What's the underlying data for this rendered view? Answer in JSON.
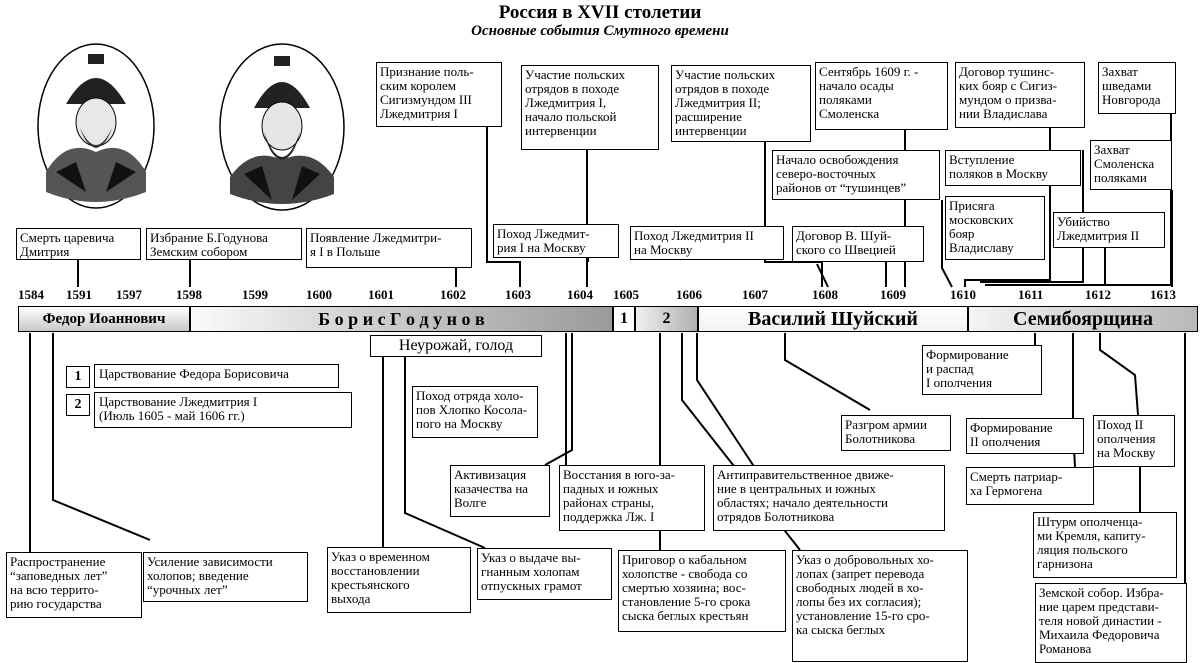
{
  "header": {
    "title": "Россия в XVII столетии",
    "subtitle": "Основные события Смутного времени"
  },
  "years": [
    "1584",
    "1591",
    "1597",
    "1598",
    "1599",
    "1600",
    "1601",
    "1602",
    "1603",
    "1604",
    "1605",
    "1606",
    "1607",
    "1608",
    "1609",
    "1610",
    "1611",
    "1612",
    "1613"
  ],
  "timeline": {
    "fedor": "Федор Иоаннович",
    "boris": "Б о р и с   Г о д у н о в",
    "seg1": "1",
    "seg2": "2",
    "vasily": "Василий Шуйский",
    "semib": "Семибоярщина"
  },
  "events_top": {
    "e1": "Смерть царевича\nДмитрия",
    "e2": "Избрание Б.Годунова\nЗемским собором",
    "e3": "Появление Лжедмитри-\nя I в Польше",
    "e4": "Признание поль-\nским королем\nСигизмундом III\nЛжедмитрия I",
    "e5": "Участие польских\nотрядов в походе\nЛжедмитрия I,\nначало польской\nинтервенции",
    "e6": "Поход Лжедмит-\nрия I  на Москву",
    "e7": "Участие польских\nотрядов в походе\nЛжедмитрия II;\nрасширение\nинтервенции",
    "e8": "Поход Лжедмитрия II\nна Москву",
    "e9": "Сентябрь 1609 г. -\nначало осады\nполяками\nСмоленска",
    "e10": "Начало освобождения\nсеверо-восточных\nрайонов от “тушинцев”",
    "e11": "Договор В. Шуй-\nского со Швецией",
    "e12": "Договор тушинс-\nких бояр с Сигиз-\nмундом о призва-\nнии Владислава",
    "e13": "Вступление\nполяков в Москву",
    "e14": "Присяга\nмосковских\nбояр\nВладиславу",
    "e15": "Захват\nшведами\nНовгорода",
    "e16": "Захват\nСмоленска\nполяками",
    "e17": "Убийство\nЛжедмитрия II"
  },
  "legend": [
    {
      "num": "1",
      "text": "Царствование Федора Борисовича"
    },
    {
      "num": "2",
      "text": "Царствование Лжедмитрия I\n(Июль 1605 - май 1606 гг.)"
    }
  ],
  "events_bottom": {
    "famine": "Неурожай, голод",
    "b1": "Поход отряда холо-\nпов Хлопко Косола-\nпого на Москву",
    "b2": "Активизация\nказачества на\nВолге",
    "b3": "Восстания в юго-за-\nпадных и южных\nрайонах страны,\nподдержка Лж. I",
    "b4": "Антиправительственное движе-\nние в центральных и южных\nобластях; начало деятельности\nотрядов Болотникова",
    "b5": "Разгром армии\nБолотникова",
    "b6": "Формирование\nи распад\nI ополчения",
    "b7": "Формирование\nII ополчения",
    "b8": "Поход II\nополчения\nна Москву",
    "b9": "Смерть патриар-\nха Гермогена",
    "b10": "Штурм ополченца-\nми Кремля, капиту-\nляция польского\nгарнизона",
    "b11": "Земской собор. Избра-\nние царем представи-\nтеля новой династии -\nМихаила Федоровича\nРоманова",
    "c1": "Распространение\n“заповедных лет”\nна всю террито-\nрию государства",
    "c2": "Усиление зависимости\nхолопов; введение\n“урочных лет”",
    "c3": "Указ о временном\nвосстановлении\nкрестьянского\nвыхода",
    "c4": "Указ о выдаче вы-\nгнанным холопам\nотпускных грамот",
    "c5": "Приговор о кабальном\nхолопстве - свобода со\nсмертью хозяина; вос-\nстановление 5-го срока\nсыска беглых крестьян",
    "c6": "Указ о добровольных хо-\nлопах (запрет перевода\nсвободных людей в хо-\nлопы без их согласия);\nустановление 15-го сро-\nка сыска беглых"
  },
  "portraits": [
    "tsar-portrait-fedor",
    "tsar-portrait-boris"
  ]
}
